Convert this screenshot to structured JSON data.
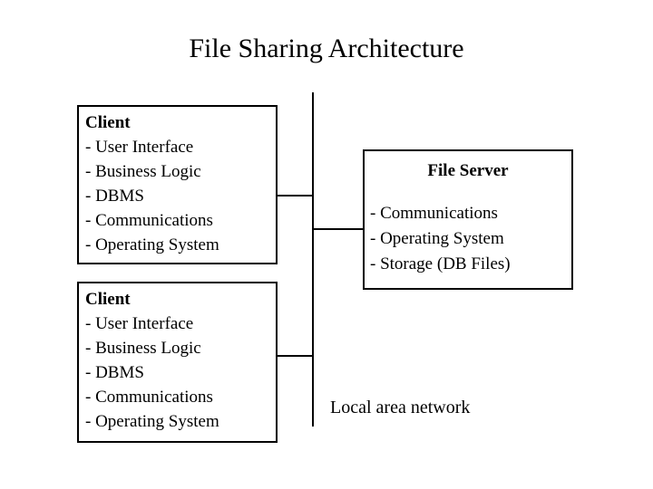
{
  "diagram": {
    "title": "File Sharing Architecture",
    "nodes": {
      "client_1": {
        "title": "Client",
        "items": [
          "- User Interface",
          "- Business Logic",
          "- DBMS",
          "- Communications",
          "- Operating System"
        ]
      },
      "client_2": {
        "title": "Client",
        "items": [
          "- User Interface",
          "- Business Logic",
          "- DBMS",
          "- Communications",
          "- Operating System"
        ]
      },
      "file_server": {
        "title": "File Server",
        "items": [
          "- Communications",
          "- Operating System",
          "- Storage (DB Files)"
        ]
      }
    },
    "network": {
      "label": "Local area network"
    },
    "colors": {
      "background": "#ffffff",
      "stroke": "#000000",
      "text": "#000000"
    }
  }
}
